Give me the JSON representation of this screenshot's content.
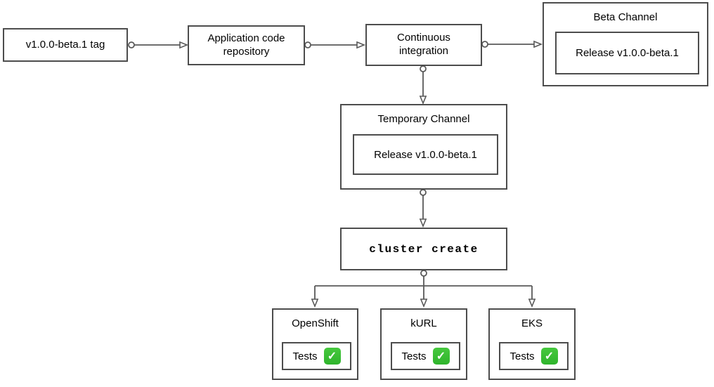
{
  "colors": {
    "box_border": "#4d4d4d",
    "connector": "#595959",
    "check_green": "#2fb42c",
    "check_green_light": "#46c83e"
  },
  "nodes": {
    "tag": {
      "label": "v1.0.0-beta.1 tag"
    },
    "repo": {
      "label": "Application code repository"
    },
    "ci": {
      "label": "Continuous integration"
    },
    "beta_channel": {
      "title": "Beta Channel",
      "release_label": "Release v1.0.0-beta.1"
    },
    "temporary_channel": {
      "title": "Temporary Channel",
      "release_label": "Release v1.0.0-beta.1"
    },
    "cluster_create": {
      "label": "cluster create"
    },
    "openshift": {
      "title": "OpenShift",
      "tests_label": "Tests"
    },
    "kurl": {
      "title": "kURL",
      "tests_label": "Tests"
    },
    "eks": {
      "title": "EKS",
      "tests_label": "Tests"
    }
  },
  "icons": {
    "check": "✓"
  }
}
